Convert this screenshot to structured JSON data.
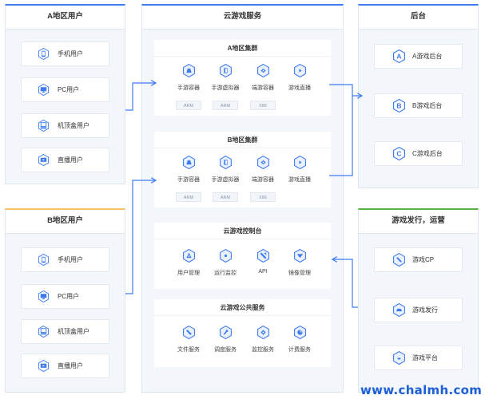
{
  "region_a": {
    "title": "A地区用户",
    "items": [
      {
        "label": "手机用户",
        "icon": "mobile-icon"
      },
      {
        "label": "PC用户",
        "icon": "monitor-icon"
      },
      {
        "label": "机顶盒用户",
        "icon": "set-top-box-icon"
      },
      {
        "label": "直播用户",
        "icon": "live-stream-icon"
      }
    ]
  },
  "region_b": {
    "title": "B地区用户",
    "items": [
      {
        "label": "手机用户",
        "icon": "mobile-icon"
      },
      {
        "label": "PC用户",
        "icon": "monitor-icon"
      },
      {
        "label": "机顶盒用户",
        "icon": "set-top-box-icon"
      },
      {
        "label": "直播用户",
        "icon": "live-stream-icon"
      }
    ]
  },
  "cloud": {
    "title": "云游戏服务",
    "cluster_a": {
      "title": "A地区集群",
      "services": [
        "手游容器",
        "手游虚拟器",
        "端游容器",
        "游戏直播"
      ],
      "tags": [
        "ARM",
        "ARM",
        "X86"
      ]
    },
    "cluster_b": {
      "title": "B地区集群",
      "services": [
        "手游容器",
        "手游虚拟器",
        "端游容器",
        "游戏直播"
      ],
      "tags": [
        "ARM",
        "ARM",
        "X86"
      ]
    },
    "console": {
      "title": "云游戏控制台",
      "services": [
        "用户管理",
        "运行监控",
        "API",
        "镜像管理"
      ]
    },
    "public": {
      "title": "云游戏公共服务",
      "services": [
        "文件服务",
        "调度服务",
        "监控服务",
        "计费服务"
      ]
    }
  },
  "backend": {
    "title": "后台",
    "items": [
      {
        "letter": "A",
        "label": "A游戏后台"
      },
      {
        "letter": "B",
        "label": "B游戏后台"
      },
      {
        "letter": "C",
        "label": "C游戏后台"
      }
    ]
  },
  "publish": {
    "title": "游戏发行，运营",
    "items": [
      {
        "label": "游戏CP",
        "icon": "tool-icon"
      },
      {
        "label": "游戏发行",
        "icon": "publish-icon"
      },
      {
        "label": "游戏平台",
        "icon": "platform-icon"
      }
    ]
  },
  "colors": {
    "primary": "#3e7bf0",
    "region_b_accent": "#f3c26b",
    "publish_accent": "#58b244"
  },
  "watermark": "www.chalmh.com"
}
